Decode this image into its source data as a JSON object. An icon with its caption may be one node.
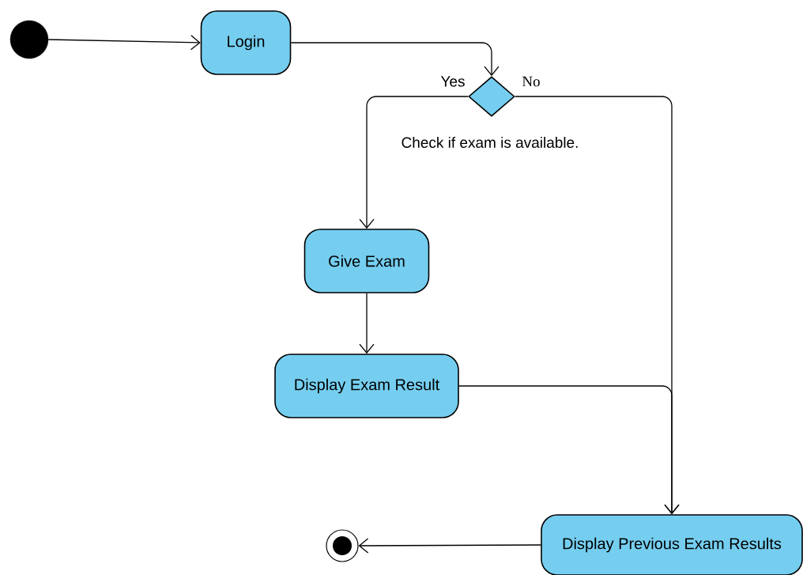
{
  "diagram": {
    "nodes": [
      {
        "text": [],
        "shape": "circle"
      },
      {
        "text": [
          "Login"
        ]
      },
      {
        "text": [],
        "shape": "diamond"
      },
      {
        "text": [
          "Give Exam"
        ]
      },
      {
        "text": [
          "Display Exam Result"
        ]
      },
      {
        "text": [
          "Display Previous Exam Results"
        ]
      },
      {
        "text": [],
        "shape": "bullseye"
      }
    ],
    "edges": [
      {
        "from": 0,
        "to": 1,
        "arrow": "to"
      },
      {
        "from": 1,
        "to": 2,
        "arrow": "to"
      },
      {
        "from": 2,
        "to": 3,
        "arrow": "to",
        "label": "Yes"
      },
      {
        "from": 2,
        "to": 5,
        "arrow": "to",
        "label": "No"
      },
      {
        "from": 3,
        "to": 4,
        "arrow": "to"
      },
      {
        "from": 4,
        "to": 5,
        "arrow": "to"
      },
      {
        "from": 5,
        "to": 6,
        "arrow": "to"
      }
    ],
    "labels": [
      "Check if exam is available."
    ]
  }
}
